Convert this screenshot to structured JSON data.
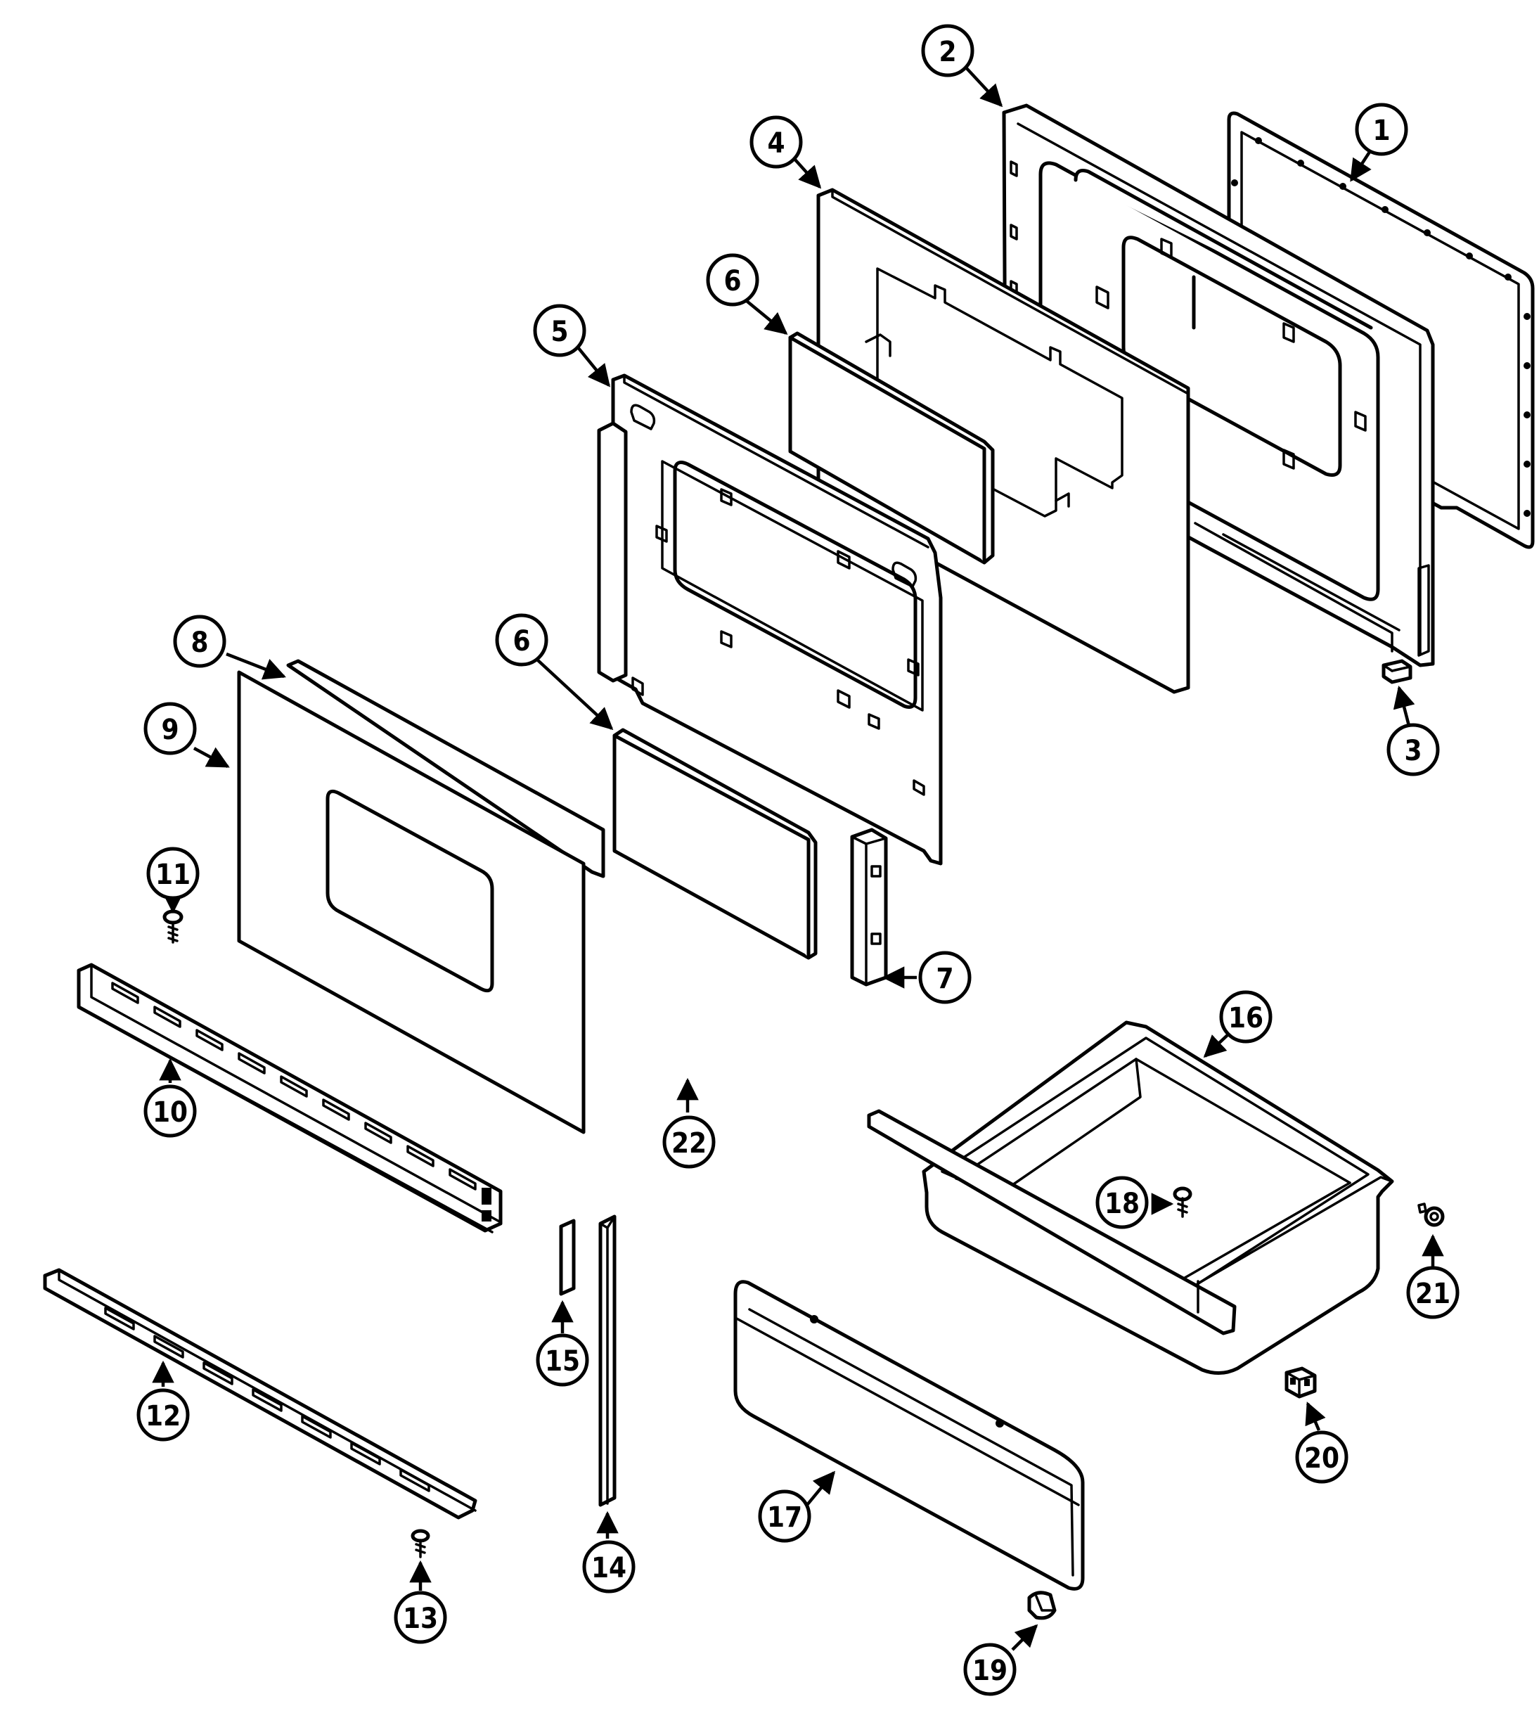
{
  "diagram": {
    "callouts": [
      {
        "id": "c1",
        "label": "1"
      },
      {
        "id": "c2",
        "label": "2"
      },
      {
        "id": "c3",
        "label": "3"
      },
      {
        "id": "c4",
        "label": "4"
      },
      {
        "id": "c5",
        "label": "5"
      },
      {
        "id": "c6a",
        "label": "6"
      },
      {
        "id": "c6b",
        "label": "6"
      },
      {
        "id": "c7",
        "label": "7"
      },
      {
        "id": "c8",
        "label": "8"
      },
      {
        "id": "c9",
        "label": "9"
      },
      {
        "id": "c10",
        "label": "10"
      },
      {
        "id": "c11",
        "label": "11"
      },
      {
        "id": "c12",
        "label": "12"
      },
      {
        "id": "c13",
        "label": "13"
      },
      {
        "id": "c14",
        "label": "14"
      },
      {
        "id": "c15",
        "label": "15"
      },
      {
        "id": "c16",
        "label": "16"
      },
      {
        "id": "c17",
        "label": "17"
      },
      {
        "id": "c18",
        "label": "18"
      },
      {
        "id": "c19",
        "label": "19"
      },
      {
        "id": "c20",
        "label": "20"
      },
      {
        "id": "c21",
        "label": "21"
      },
      {
        "id": "c22",
        "label": "22"
      }
    ],
    "colors": {
      "line": "#000000",
      "background": "#ffffff"
    }
  }
}
